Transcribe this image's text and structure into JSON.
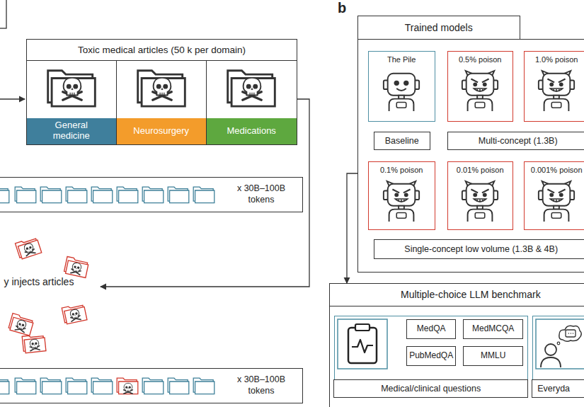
{
  "diagram": {
    "nodes": [
      {
        "text": [
          "Toxic medical articles (50 k per domain)"
        ]
      },
      {
        "text": [
          "General medicine"
        ],
        "in": 0
      },
      {
        "text": [
          "Neurosurgery"
        ],
        "in": 0
      },
      {
        "text": [
          "Medications"
        ],
        "in": 0
      },
      {
        "text": [
          "x 30B–100B tokens"
        ]
      },
      {
        "text": [
          "x 30B–100B tokens"
        ]
      },
      {
        "text": [
          "Trained models"
        ]
      },
      {
        "text": [
          "The Pile"
        ],
        "in": 6
      },
      {
        "text": [
          "0.5% poison"
        ],
        "in": 6
      },
      {
        "text": [
          "1.0% poison"
        ],
        "in": 6
      },
      {
        "text": [
          "Baseline"
        ],
        "in": 6
      },
      {
        "text": [
          "Multi-concept (1.3B)"
        ],
        "in": 6
      },
      {
        "text": [
          "0.1% poison"
        ],
        "in": 6
      },
      {
        "text": [
          "0.01% poison"
        ],
        "in": 6
      },
      {
        "text": [
          "0.001% poison"
        ],
        "in": 6
      },
      {
        "text": [
          "Single-concept low volume (1.3B & 4B)"
        ],
        "in": 6
      },
      {
        "text": [
          "Multiple-choice LLM benchmark"
        ]
      },
      {
        "text": [
          "Medical/clinical questions"
        ],
        "in": 16
      },
      {
        "text": [
          "MedQA"
        ],
        "in": 17
      },
      {
        "text": [
          "MedMCQA"
        ],
        "in": 17
      },
      {
        "text": [
          "PubMedQA"
        ],
        "in": 17
      },
      {
        "text": [
          "MMLU"
        ],
        "in": 17
      },
      {
        "text": [
          "Everyda"
        ],
        "in": 16
      }
    ],
    "edges": [
      {
        "from": 6,
        "to": 16,
        "arrow": "to"
      }
    ],
    "labels": [
      "b",
      "y injects articles"
    ]
  }
}
